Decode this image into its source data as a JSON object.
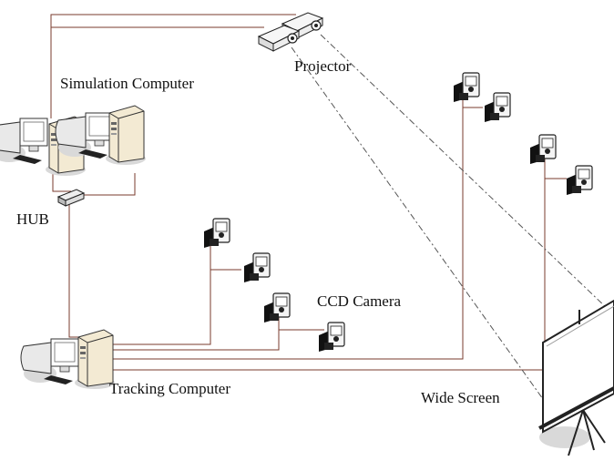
{
  "labels": {
    "simulation_computer": "Simulation Computer",
    "projector": "Projector",
    "hub": "HUB",
    "ccd_camera": "CCD Camera",
    "tracking_computer": "Tracking Computer",
    "wide_screen": "Wide Screen"
  },
  "colors": {
    "wire": "#7a3b2e",
    "projection_line": "#555555",
    "device_body": "#f3ead3"
  }
}
